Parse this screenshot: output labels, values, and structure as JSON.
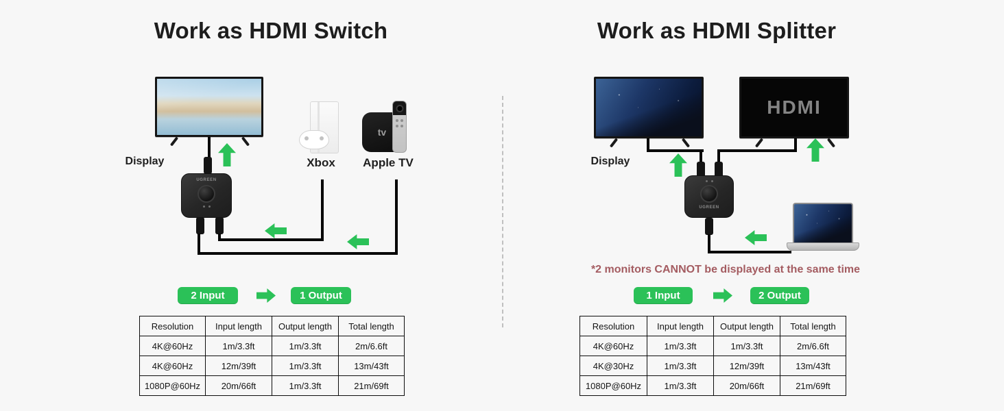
{
  "colors": {
    "background": "#f7f7f7",
    "green": "#2bc158",
    "warning": "#a45c61",
    "title": "#1d1d1d"
  },
  "brand": "UGREEN",
  "left": {
    "title": "Work as HDMI Switch",
    "display_label": "Display",
    "xbox_label": "Xbox",
    "apple_tv_label": "Apple TV",
    "apple_tv_screen_text": "tv",
    "badges": {
      "input": "2 Input",
      "output": "1 Output"
    },
    "table": {
      "headers": [
        "Resolution",
        "Input length",
        "Output length",
        "Total length"
      ],
      "rows": [
        [
          "4K@60Hz",
          "1m/3.3ft",
          "1m/3.3ft",
          "2m/6.6ft"
        ],
        [
          "4K@60Hz",
          "12m/39ft",
          "1m/3.3ft",
          "13m/43ft"
        ],
        [
          "1080P@60Hz",
          "20m/66ft",
          "1m/3.3ft",
          "21m/69ft"
        ]
      ]
    }
  },
  "right": {
    "title": "Work as HDMI Splitter",
    "display_label": "Display",
    "hdmi_screen_text": "HDMI",
    "warning": "*2 monitors CANNOT be displayed at the same time",
    "badges": {
      "input": "1 Input",
      "output": "2 Output"
    },
    "table": {
      "headers": [
        "Resolution",
        "Input length",
        "Output length",
        "Total length"
      ],
      "rows": [
        [
          "4K@60Hz",
          "1m/3.3ft",
          "1m/3.3ft",
          "2m/6.6ft"
        ],
        [
          "4K@30Hz",
          "1m/3.3ft",
          "12m/39ft",
          "13m/43ft"
        ],
        [
          "1080P@60Hz",
          "1m/3.3ft",
          "20m/66ft",
          "21m/69ft"
        ]
      ]
    }
  }
}
